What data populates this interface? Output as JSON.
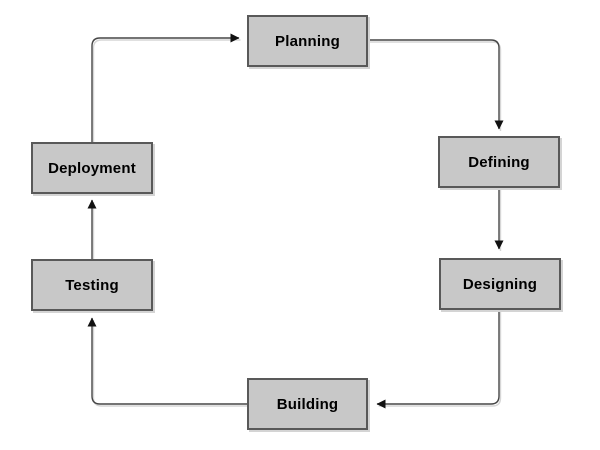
{
  "diagram": {
    "kind": "cycle-flowchart",
    "nodes": [
      {
        "id": "planning",
        "label": "Planning"
      },
      {
        "id": "defining",
        "label": "Defining"
      },
      {
        "id": "designing",
        "label": "Designing"
      },
      {
        "id": "building",
        "label": "Building"
      },
      {
        "id": "testing",
        "label": "Testing"
      },
      {
        "id": "deployment",
        "label": "Deployment"
      }
    ],
    "edges": [
      {
        "from": "Planning",
        "to": "Defining"
      },
      {
        "from": "Defining",
        "to": "Designing"
      },
      {
        "from": "Designing",
        "to": "Building"
      },
      {
        "from": "Building",
        "to": "Testing"
      },
      {
        "from": "Testing",
        "to": "Deployment"
      },
      {
        "from": "Deployment",
        "to": "Planning"
      }
    ],
    "colors": {
      "background": "#ffffff",
      "node_fill": "#c8c8c8",
      "node_border": "#595959",
      "node_text": "#000000",
      "connector": "#464646",
      "connector_shadow": "#d6d6d6",
      "arrowhead": "#111111"
    }
  }
}
